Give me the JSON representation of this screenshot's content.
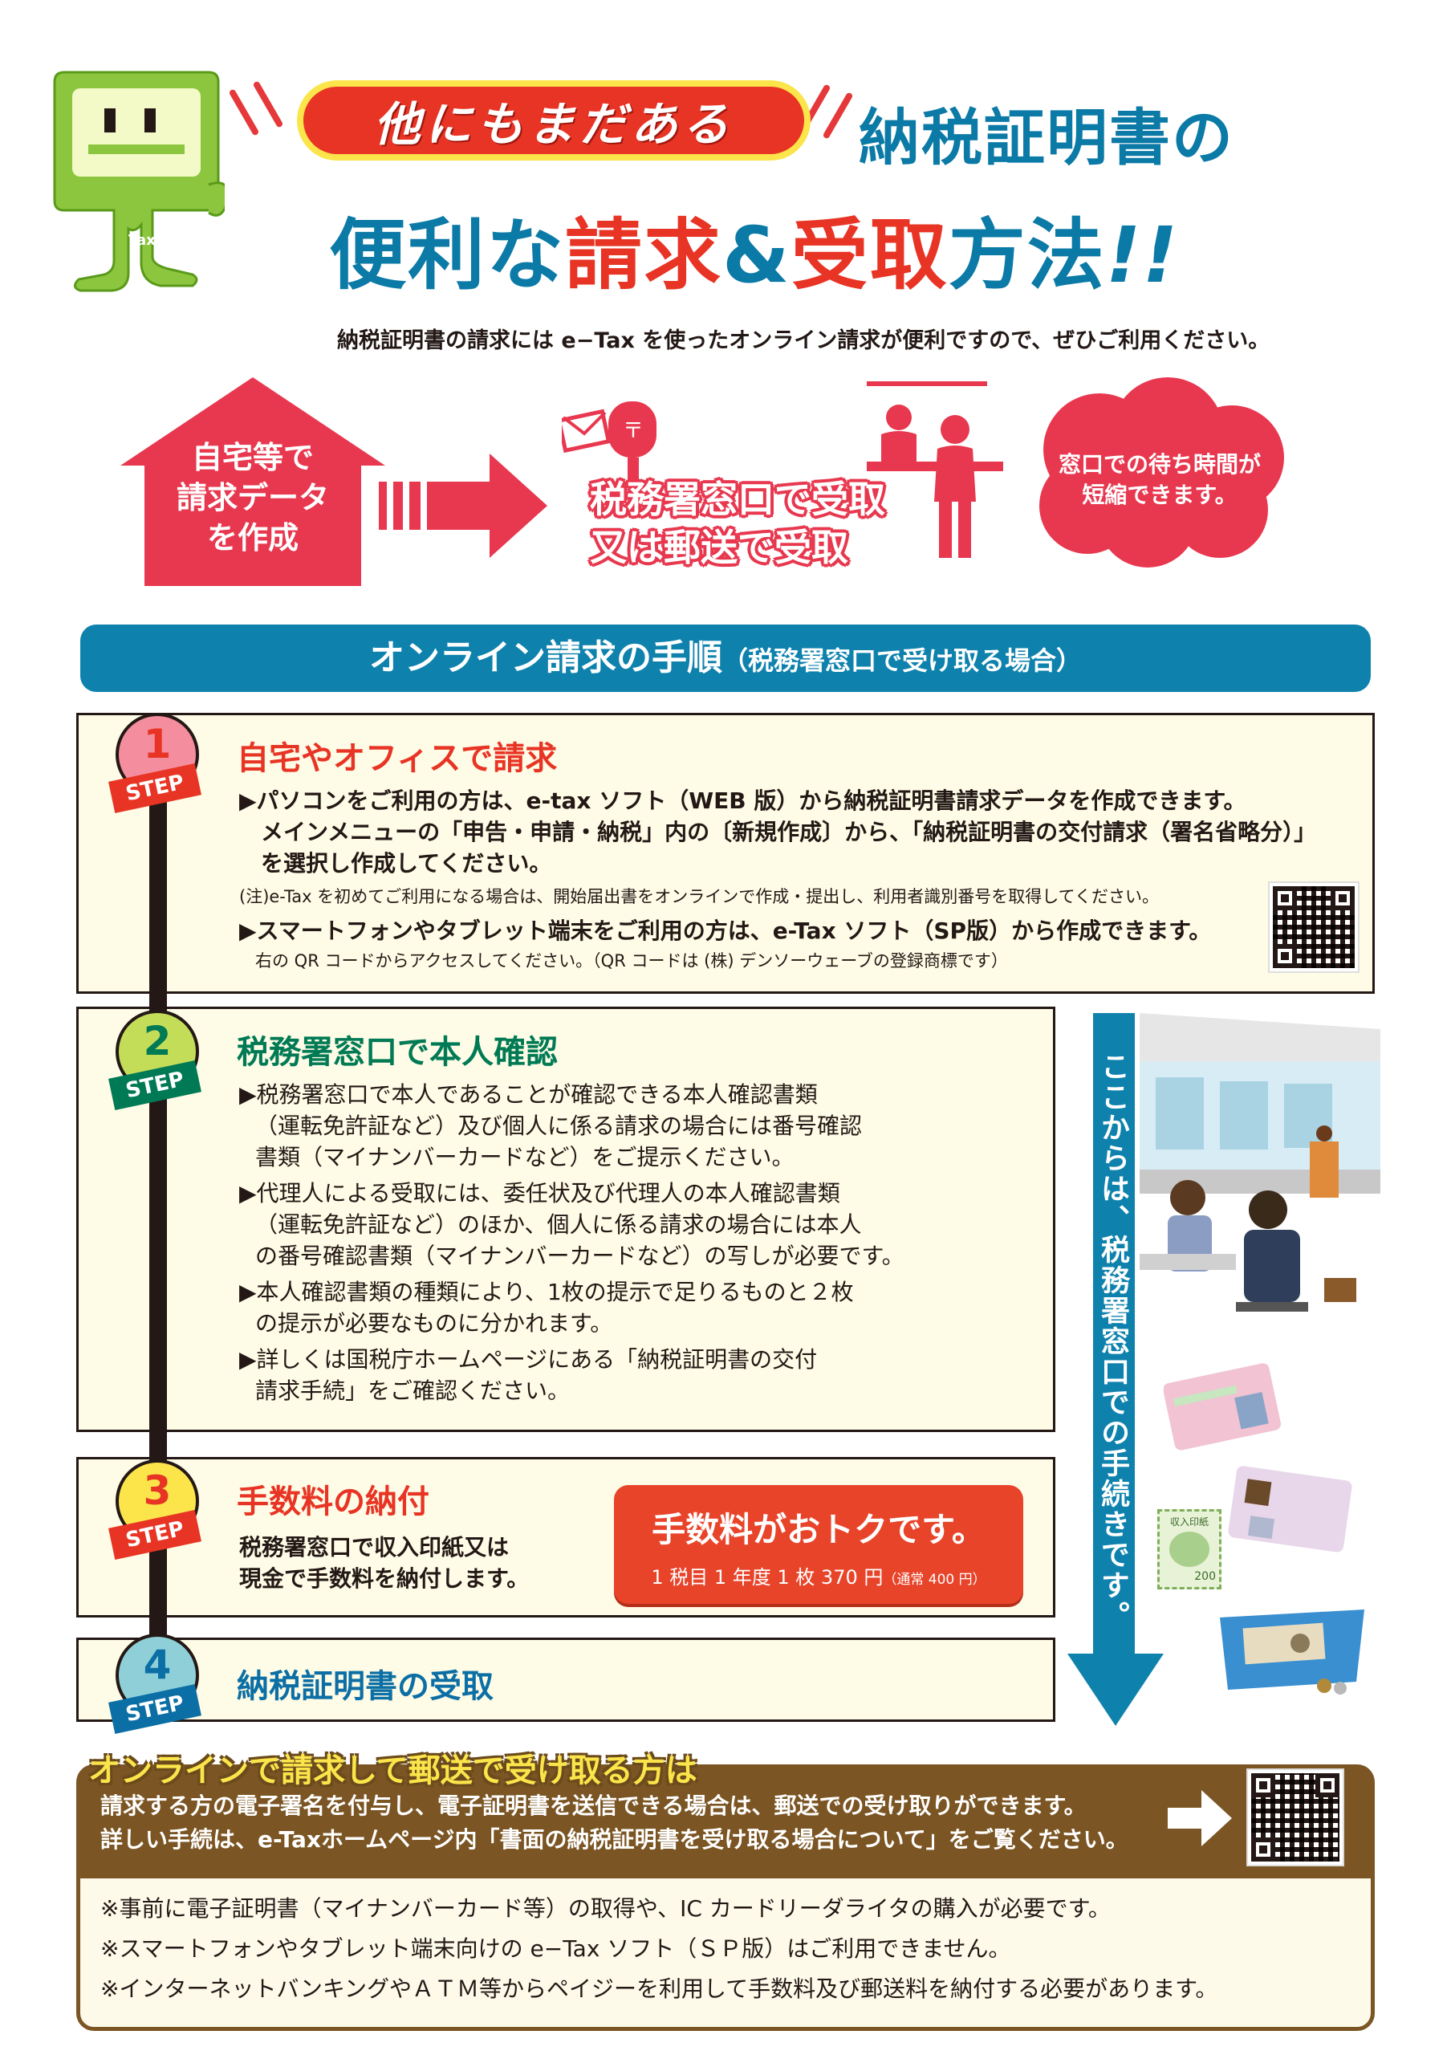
{
  "header": {
    "pill_text": "他にもまだある",
    "title_line1": "納税証明書の",
    "title_line2_a": "便利な",
    "title_line2_b": "請求",
    "title_line2_c": "&",
    "title_line2_d": "受取",
    "title_line2_e": "方法",
    "title_line2_f": "!!",
    "intro": "納税証明書の請求には e−Tax を使ったオンライン請求が便利ですので、ぜひご利用ください。",
    "mascot_label": "Tax"
  },
  "flow": {
    "house_lines": [
      "自宅等で",
      "請求データ",
      "を作成"
    ],
    "receive_lines": [
      "税務署窓口で受取",
      "又は郵送で受取"
    ],
    "cloud_lines": [
      "窓口での待ち時間が",
      "短縮できます。"
    ]
  },
  "banner": {
    "main": "オンライン請求の手順",
    "sub": "（税務署窓口で受け取る場合）"
  },
  "step_label": "STEP",
  "steps": [
    {
      "num": "1",
      "title": "自宅やオフィスで請求",
      "lines": [
        "▶パソコンをご利用の方は、e-tax ソフト（WEB 版）から納税証明書請求データを作成できます。",
        "メインメニューの「申告・申請・納税」内の〔新規作成〕から、「納税証明書の交付請求（署名省略分）」",
        "を選択し作成してください。"
      ],
      "note": "(注)e-Tax を初めてご利用になる場合は、開始届出書をオンラインで作成・提出し、利用者識別番号を取得してください。",
      "smart": "▶スマートフォンやタブレット端末をご利用の方は、e-Tax ソフト（SP版）から作成できます。",
      "qr_note": "右の QR コードからアクセスしてください。（QR コードは (株) デンソーウェーブの登録商標です）"
    },
    {
      "num": "2",
      "title": "税務署窓口で本人確認",
      "lines": [
        "▶税務署窓口で本人であることが確認できる本人確認書類",
        "（運転免許証など）及び個人に係る請求の場合には番号確認",
        "書類（マイナンバーカードなど）をご提示ください。",
        "▶代理人による受取には、委任状及び代理人の本人確認書類",
        "（運転免許証など）のほか、個人に係る請求の場合には本人",
        "の番号確認書類（マイナンバーカードなど）の写しが必要です。",
        "▶本人確認書類の種類により、1枚の提示で足りるものと２枚",
        "の提示が必要なものに分かれます。",
        "▶詳しくは国税庁ホームページにある「納税証明書の交付",
        "請求手続」をご確認ください。"
      ]
    },
    {
      "num": "3",
      "title": "手数料の納付",
      "lines": [
        "税務署窓口で収入印紙又は",
        "現金で手数料を納付します。"
      ],
      "fee_title": "手数料がおトクです。",
      "fee_detail": "1 税目  1 年度  1 枚 370 円",
      "fee_normal": "（通常 400 円）"
    },
    {
      "num": "4",
      "title": "納税証明書の受取"
    }
  ],
  "side_arrow_text": "ここからは、税務署窓口での手続きです。",
  "stamp_label": "収入印紙",
  "stamp_value": "200",
  "mail": {
    "label": "オンラインで請求して郵送で受け取る方は",
    "line1": "請求する方の電子署名を付与し、電子証明書を送信できる場合は、郵送での受け取りができます。",
    "line2": "詳しい手続は、e-Taxホームページ内「書面の納税証明書を受け取る場合について」をご覧ください。",
    "notes": [
      "※事前に電子証明書（マイナンバーカード等）の取得や、IC カードリーダライタの購入が必要です。",
      "※スマートフォンやタブレット端末向けの e−Tax ソフト（ＳＰ版）はご利用できません。",
      "※インターネットバンキングやＡＴＭ等からペイジーを利用して手数料及び郵送料を納付する必要があります。"
    ]
  },
  "colors": {
    "blue": "#0e82ad",
    "red": "#e83424",
    "pink": "#e8384f",
    "green": "#8cc63f",
    "brown": "#7b5523",
    "cream": "#fefbe6"
  }
}
